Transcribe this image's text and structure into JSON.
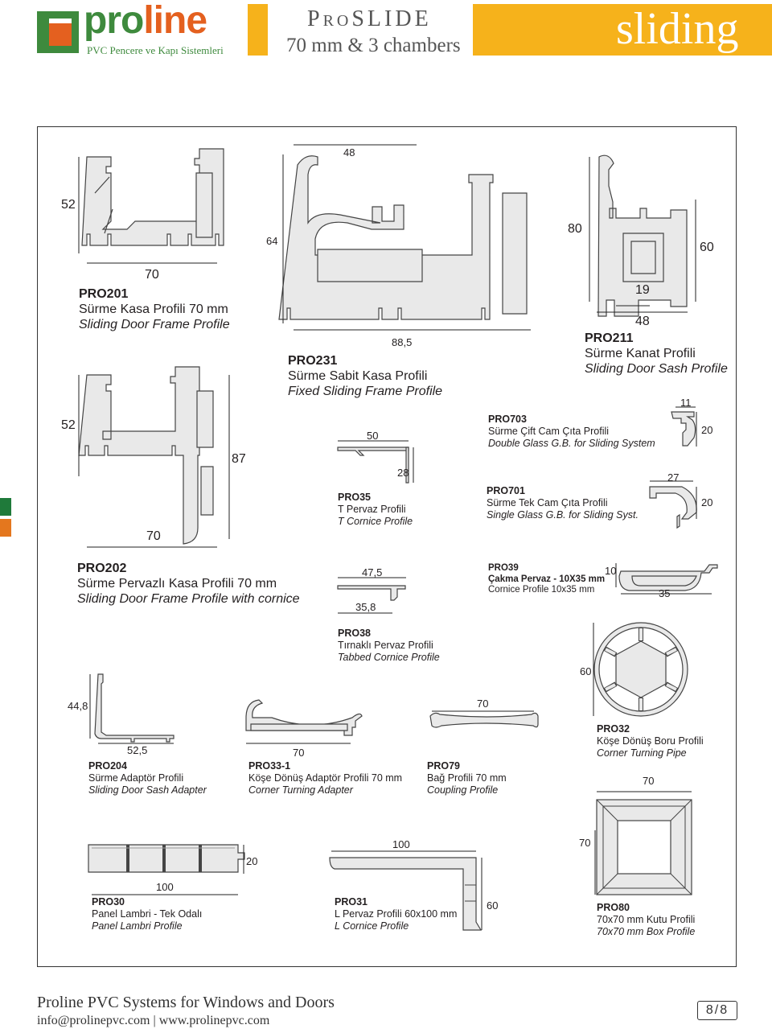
{
  "header": {
    "brand_pro": "pro",
    "brand_line": "line",
    "tagline": "PVC Pencere ve Kapı Sistemleri",
    "product_title": "ProSLIDE",
    "product_subtitle": "70 mm & 3 chambers",
    "section": "sliding"
  },
  "colors": {
    "green": "#3e8a3d",
    "orange": "#e4601f",
    "yellow": "#f6b21b"
  },
  "profiles": {
    "pro201": {
      "code": "PRO201",
      "tr": "Sürme Kasa Profili 70 mm",
      "en": "Sliding Door Frame Profile",
      "dims": [
        "52",
        "70"
      ]
    },
    "pro231": {
      "code": "PRO231",
      "tr": "Sürme Sabit Kasa Profili",
      "en": "Fixed Sliding Frame Profile",
      "dims": [
        "48",
        "64",
        "88,5"
      ]
    },
    "pro211": {
      "code": "PRO211",
      "tr": "Sürme Kanat Profili",
      "en": "Sliding Door Sash Profile",
      "dims": [
        "80",
        "60",
        "19",
        "48"
      ]
    },
    "pro202": {
      "code": "PRO202",
      "tr": "Sürme Pervazlı Kasa Profili 70 mm",
      "en": "Sliding Door Frame Profile with cornice",
      "dims": [
        "52",
        "87",
        "70"
      ]
    },
    "pro35": {
      "code": "PRO35",
      "tr": "T Pervaz Profili",
      "en": "T Cornice Profile",
      "dims": [
        "50",
        "28"
      ]
    },
    "pro703": {
      "code": "PRO703",
      "tr": "Sürme Çift Cam Çıta Profili",
      "en": "Double Glass G.B. for Sliding System",
      "dims": [
        "11",
        "20"
      ]
    },
    "pro701": {
      "code": "PRO701",
      "tr": "Sürme Tek Cam Çıta Profili",
      "en": "Single Glass G.B. for Sliding Syst.",
      "dims": [
        "27",
        "20"
      ]
    },
    "pro38": {
      "code": "PRO38",
      "tr": "Tırnaklı Pervaz Profili",
      "en": "Tabbed Cornice Profile",
      "dims": [
        "47,5",
        "35,8"
      ]
    },
    "pro39": {
      "code": "PRO39",
      "tr": "Çakma Pervaz - 10X35 mm",
      "en": "Cornice Profile 10x35 mm",
      "dims": [
        "10",
        "35"
      ]
    },
    "pro204": {
      "code": "PRO204",
      "tr": "Sürme Adaptör Profili",
      "en": "Sliding Door Sash Adapter",
      "dims": [
        "44,8",
        "52,5"
      ]
    },
    "pro33_1": {
      "code": "PRO33-1",
      "tr": "Köşe Dönüş Adaptör Profili 70 mm",
      "en": "Corner Turning Adapter",
      "dims": [
        "70"
      ]
    },
    "pro79": {
      "code": "PRO79",
      "tr": "Bağ Profili 70 mm",
      "en": "Coupling Profile",
      "dims": [
        "70"
      ]
    },
    "pro32": {
      "code": "PRO32",
      "tr": "Köşe Dönüş Boru Profili",
      "en": "Corner Turning Pipe",
      "dims": [
        "60"
      ]
    },
    "pro30": {
      "code": "PRO30",
      "tr": "Panel Lambri - Tek Odalı",
      "en": "Panel Lambri Profile",
      "dims": [
        "20",
        "100"
      ]
    },
    "pro31": {
      "code": "PRO31",
      "tr": "L Pervaz Profili 60x100 mm",
      "en": "L Cornice Profile",
      "dims": [
        "100",
        "60"
      ]
    },
    "pro80": {
      "code": "PRO80",
      "tr": "70x70 mm Kutu Profili",
      "en": "70x70 mm Box Profile",
      "dims": [
        "70",
        "70"
      ]
    }
  },
  "footer": {
    "title": "Proline PVC Systems for Windows and Doors",
    "email": "info@prolinepvc.com",
    "separator": "|",
    "website": "www.prolinepvc.com",
    "page": "8/8"
  }
}
